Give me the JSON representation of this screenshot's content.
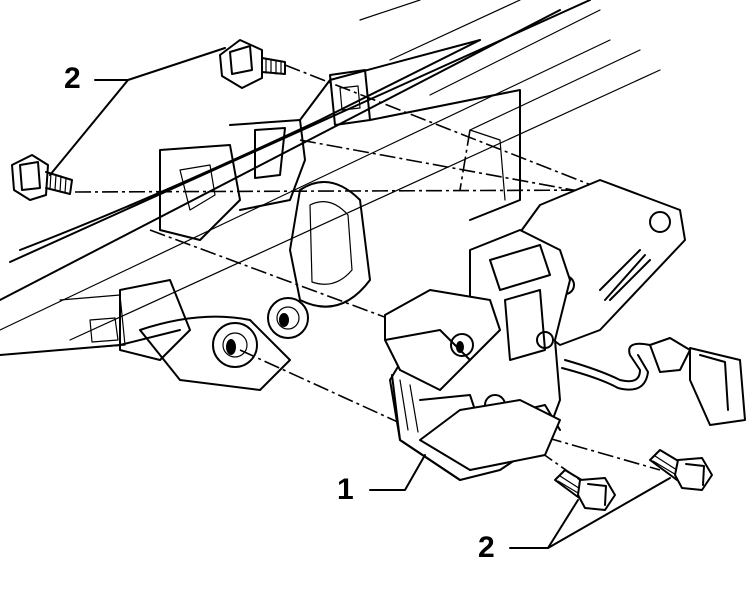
{
  "callouts": {
    "top_left": "2",
    "bottom_left": "1",
    "bottom_right": "2"
  },
  "colors": {
    "ink": "#000000",
    "paper": "#ffffff"
  }
}
